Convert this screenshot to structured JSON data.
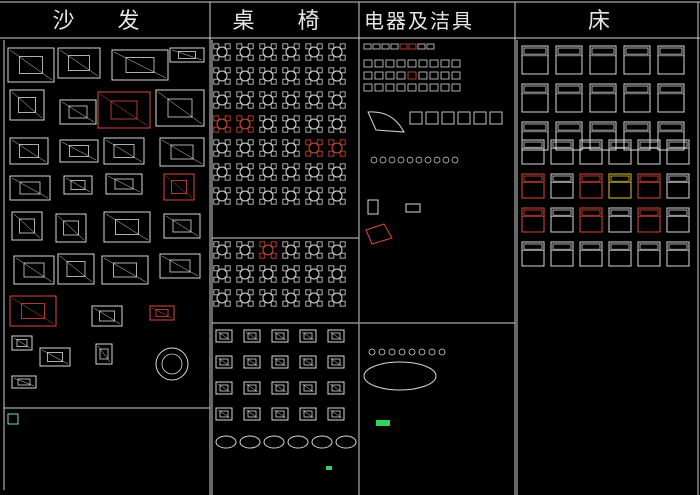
{
  "headers": {
    "sofa": "沙 发",
    "table_chair": "桌 椅",
    "appliances": "电器及洁具",
    "bed": "床"
  },
  "colors": {
    "background": "#000000",
    "line": "#d9d9d9",
    "accent_red": "#d84a3a",
    "accent_green": "#2fd35a",
    "accent_yellow": "#e0c23a",
    "accent_cyan": "#7fd3d3"
  }
}
